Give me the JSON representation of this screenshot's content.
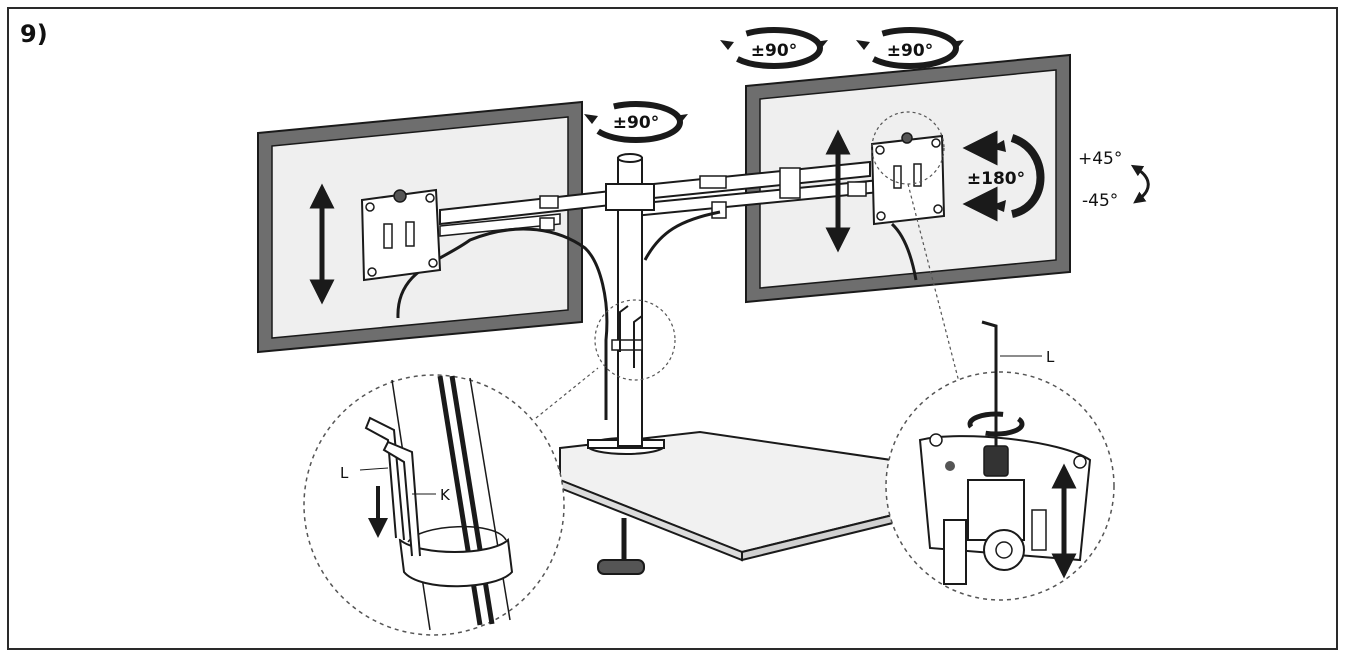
{
  "step_label": "9)",
  "rotations": {
    "pole_swivel": "±90°",
    "arm_joint_1": "±90°",
    "arm_joint_2": "±90°",
    "monitor_rotate": "±180°",
    "tilt_up": "+45°",
    "tilt_down": "-45°"
  },
  "parts": {
    "left_detail_L": "L",
    "left_detail_K": "K",
    "right_detail_L": "L"
  },
  "colors": {
    "line": "#1a1a1a",
    "frame": "#6e6e6e",
    "screen": "#efefef",
    "desk": "#f1f1f1",
    "pole": "#ffffff"
  }
}
